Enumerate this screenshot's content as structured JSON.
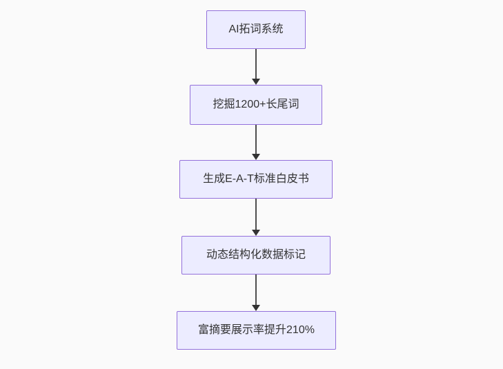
{
  "colors": {
    "background": "#fafafa",
    "node_fill": "#ececff",
    "node_border": "#9370db",
    "node_text": "#333333",
    "edge_line": "#4d4d4d",
    "edge_arrowhead": "#333333"
  },
  "flowchart": {
    "type": "flowchart",
    "direction": "top-down",
    "nodes": [
      {
        "label": "AI拓词系统"
      },
      {
        "label": "挖掘1200+长尾词"
      },
      {
        "label": "生成E-A-T标准白皮书"
      },
      {
        "label": "动态结构化数据标记"
      },
      {
        "label": "富摘要展示率提升210%"
      }
    ],
    "edges": [
      {
        "from": 0,
        "to": 1,
        "style": "arrow-down"
      },
      {
        "from": 1,
        "to": 2,
        "style": "arrow-down"
      },
      {
        "from": 2,
        "to": 3,
        "style": "arrow-down"
      },
      {
        "from": 3,
        "to": 4,
        "style": "arrow-down"
      }
    ]
  }
}
